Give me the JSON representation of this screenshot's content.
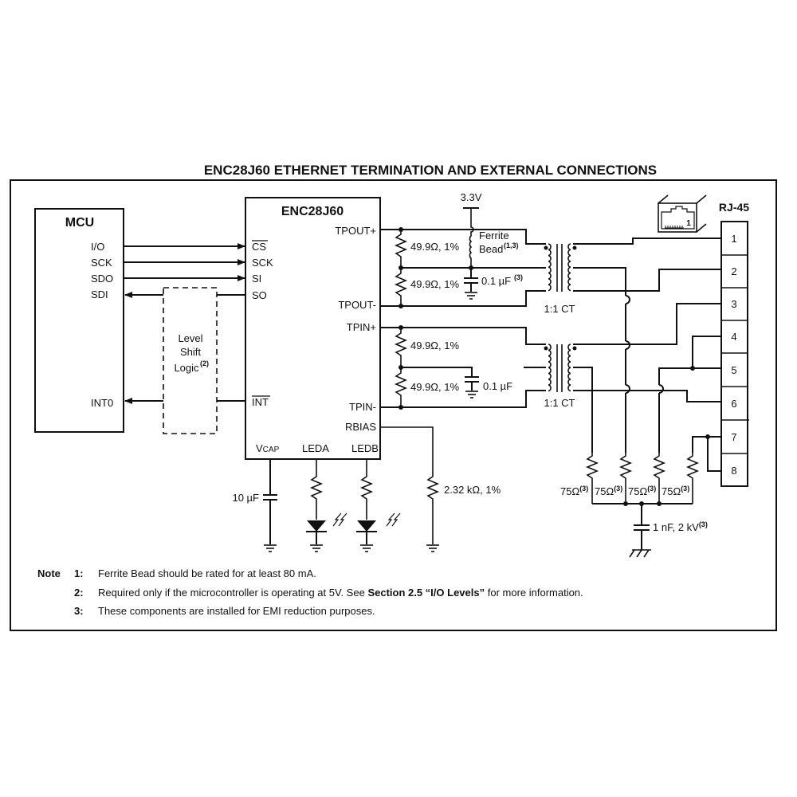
{
  "title": "ENC28J60 ETHERNET TERMINATION AND EXTERNAL CONNECTIONS",
  "mcu": {
    "label": "MCU",
    "pins": [
      "I/O",
      "SCK",
      "SDO",
      "SDI",
      "INT0"
    ]
  },
  "level_shift": {
    "line1": "Level",
    "line2": "Shift",
    "line3": "Logic",
    "ref": "(2)"
  },
  "enc": {
    "label": "ENC28J60",
    "left_pins": [
      "CS",
      "SCK",
      "SI",
      "SO",
      "INT"
    ],
    "right_pins": [
      "TPOUT+",
      "TPOUT-",
      "TPIN+",
      "TPIN-",
      "RBIAS"
    ],
    "bottom_pins": {
      "vcap_v": "V",
      "vcap_sub": "CAP",
      "leda": "LEDA",
      "ledb": "LEDB"
    }
  },
  "supply": "3.3V",
  "components": {
    "r_tx1": "49.9Ω, 1%",
    "r_tx2": "49.9Ω, 1%",
    "r_rx1": "49.9Ω, 1%",
    "r_rx2": "49.9Ω, 1%",
    "ferrite_l1": "Ferrite",
    "ferrite_l2": "Bead",
    "ferrite_ref": "(1,3)",
    "c_tx": "0.1 µF",
    "c_tx_ref": "(3)",
    "c_rx": "0.1 µF",
    "xfmr_tx": "1:1 CT",
    "xfmr_rx": "1:1 CT",
    "c_vcap": "10 µF",
    "r_bias": "2.32 kΩ, 1%",
    "r_75": [
      "75Ω",
      "75Ω",
      "75Ω",
      "75Ω"
    ],
    "r_75_ref": "(3)",
    "c_emi": "1 nF, 2 kV",
    "c_emi_ref": "(3)"
  },
  "rj45": {
    "label": "RJ-45",
    "icon_pin": "1",
    "pins": [
      "1",
      "2",
      "3",
      "4",
      "5",
      "6",
      "7",
      "8"
    ]
  },
  "notes": {
    "heading": "Note",
    "items": [
      {
        "num": "1:",
        "text": "Ferrite Bead should be rated for at least 80 mA."
      },
      {
        "num": "2:",
        "text_before": "Required only if the microcontroller is operating at 5V. See ",
        "bold": "Section 2.5 “I/O Levels”",
        "text_after": " for more information."
      },
      {
        "num": "3:",
        "text": "These components are installed for EMI reduction purposes."
      }
    ]
  }
}
